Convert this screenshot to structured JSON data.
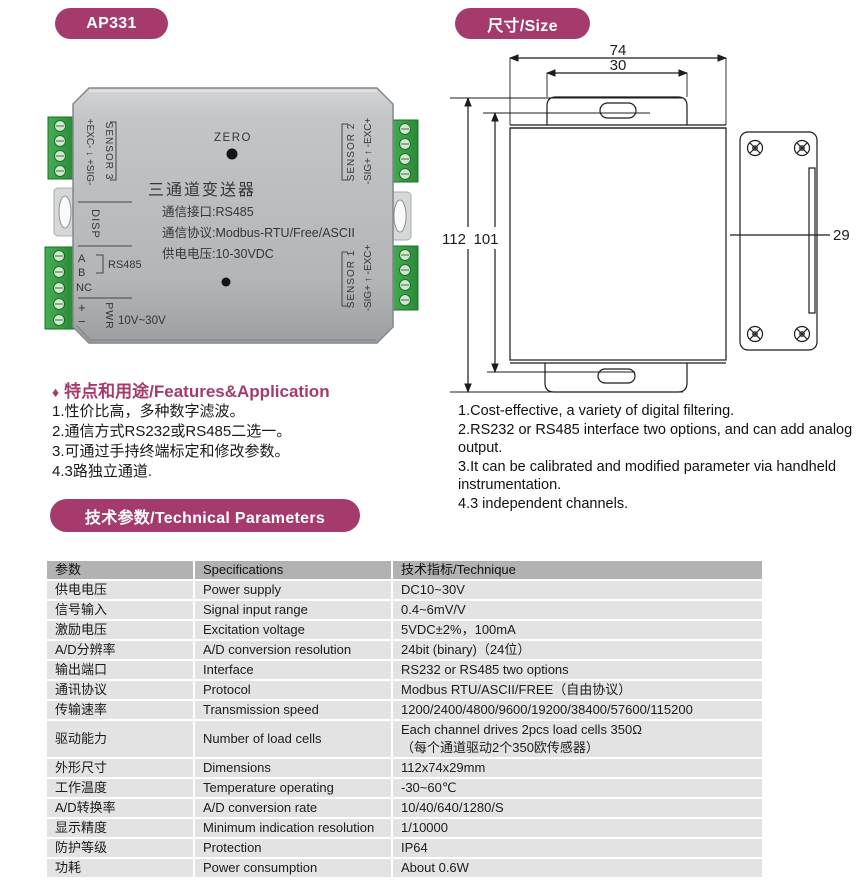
{
  "accent": "#a53a6d",
  "badges": {
    "model": "AP331",
    "size": "尺寸/Size",
    "tech": "技术参数/Technical Parameters"
  },
  "device": {
    "zero_label": "ZERO",
    "title": "三通道变送器",
    "line1": "通信接口:RS485",
    "line2": "通信协议:Modbus-RTU/Free/ASCII",
    "line3": "供电电压:10-30VDC",
    "sensor1": "SENSOR 1",
    "sensor2": "SENSOR 2",
    "sensor3": "SENSOR 3",
    "sensor3_pins": "+EXC- ↓ +SIG-",
    "sensor_right_pins": "-SIG+ ↑ -EXC+",
    "disp": "DISP",
    "a": "A",
    "b": "B",
    "nc": "NC",
    "rs485": "RS485",
    "plus": "+",
    "minus": "−",
    "pwr": "PWR",
    "pwr_range": "10V~30V"
  },
  "drawing": {
    "w": "74",
    "slot": "30",
    "h": "112",
    "inner": "101",
    "d": "29"
  },
  "features": {
    "diamond": "♦",
    "heading": "特点和用途/Features&Application",
    "zh": [
      "1.性价比高，多种数字滤波。",
      "2.通信方式RS232或RS485二选一。",
      "3.可通过手持终端标定和修改参数。",
      "4.3路独立通道."
    ],
    "en": [
      "1.Cost-effective, a variety of digital filtering.",
      "2.RS232 or RS485 interface two options, and can add analog output.",
      "3.It can be calibrated and modified parameter via handheld instrumentation.",
      "4.3 independent channels."
    ]
  },
  "table": {
    "headers": [
      "参数",
      "Specifications",
      "技术指标/Technique"
    ],
    "rows": [
      [
        "供电电压",
        "Power supply",
        "DC10~30V"
      ],
      [
        "信号输入",
        "Signal input range",
        "0.4~6mV/V"
      ],
      [
        "激励电压",
        "Excitation voltage",
        "5VDC±2%，100mA"
      ],
      [
        "A/D分辨率",
        "A/D conversion resolution",
        "24bit (binary)（24位）"
      ],
      [
        "输出端口",
        "Interface",
        "RS232 or RS485 two options"
      ],
      [
        "通讯协议",
        "Protocol",
        "Modbus RTU/ASCII/FREE（自由协议）"
      ],
      [
        "传输速率",
        "Transmission speed",
        "1200/2400/4800/9600/19200/38400/57600/115200"
      ],
      [
        "驱动能力",
        "Number of load cells",
        "Each channel drives 2pcs load cells 350Ω\n（每个通道驱动2个350欧传感器）"
      ],
      [
        "外形尺寸",
        "Dimensions",
        "112x74x29mm"
      ],
      [
        "工作温度",
        "Temperature operating",
        "-30~60℃"
      ],
      [
        "A/D转换率",
        "A/D conversion rate",
        "10/40/640/1280/S"
      ],
      [
        "显示精度",
        "Minimum indication resolution",
        "1/10000"
      ],
      [
        "防护等级",
        "Protection",
        "IP64"
      ],
      [
        "功耗",
        "Power consumption",
        "About 0.6W"
      ]
    ]
  }
}
